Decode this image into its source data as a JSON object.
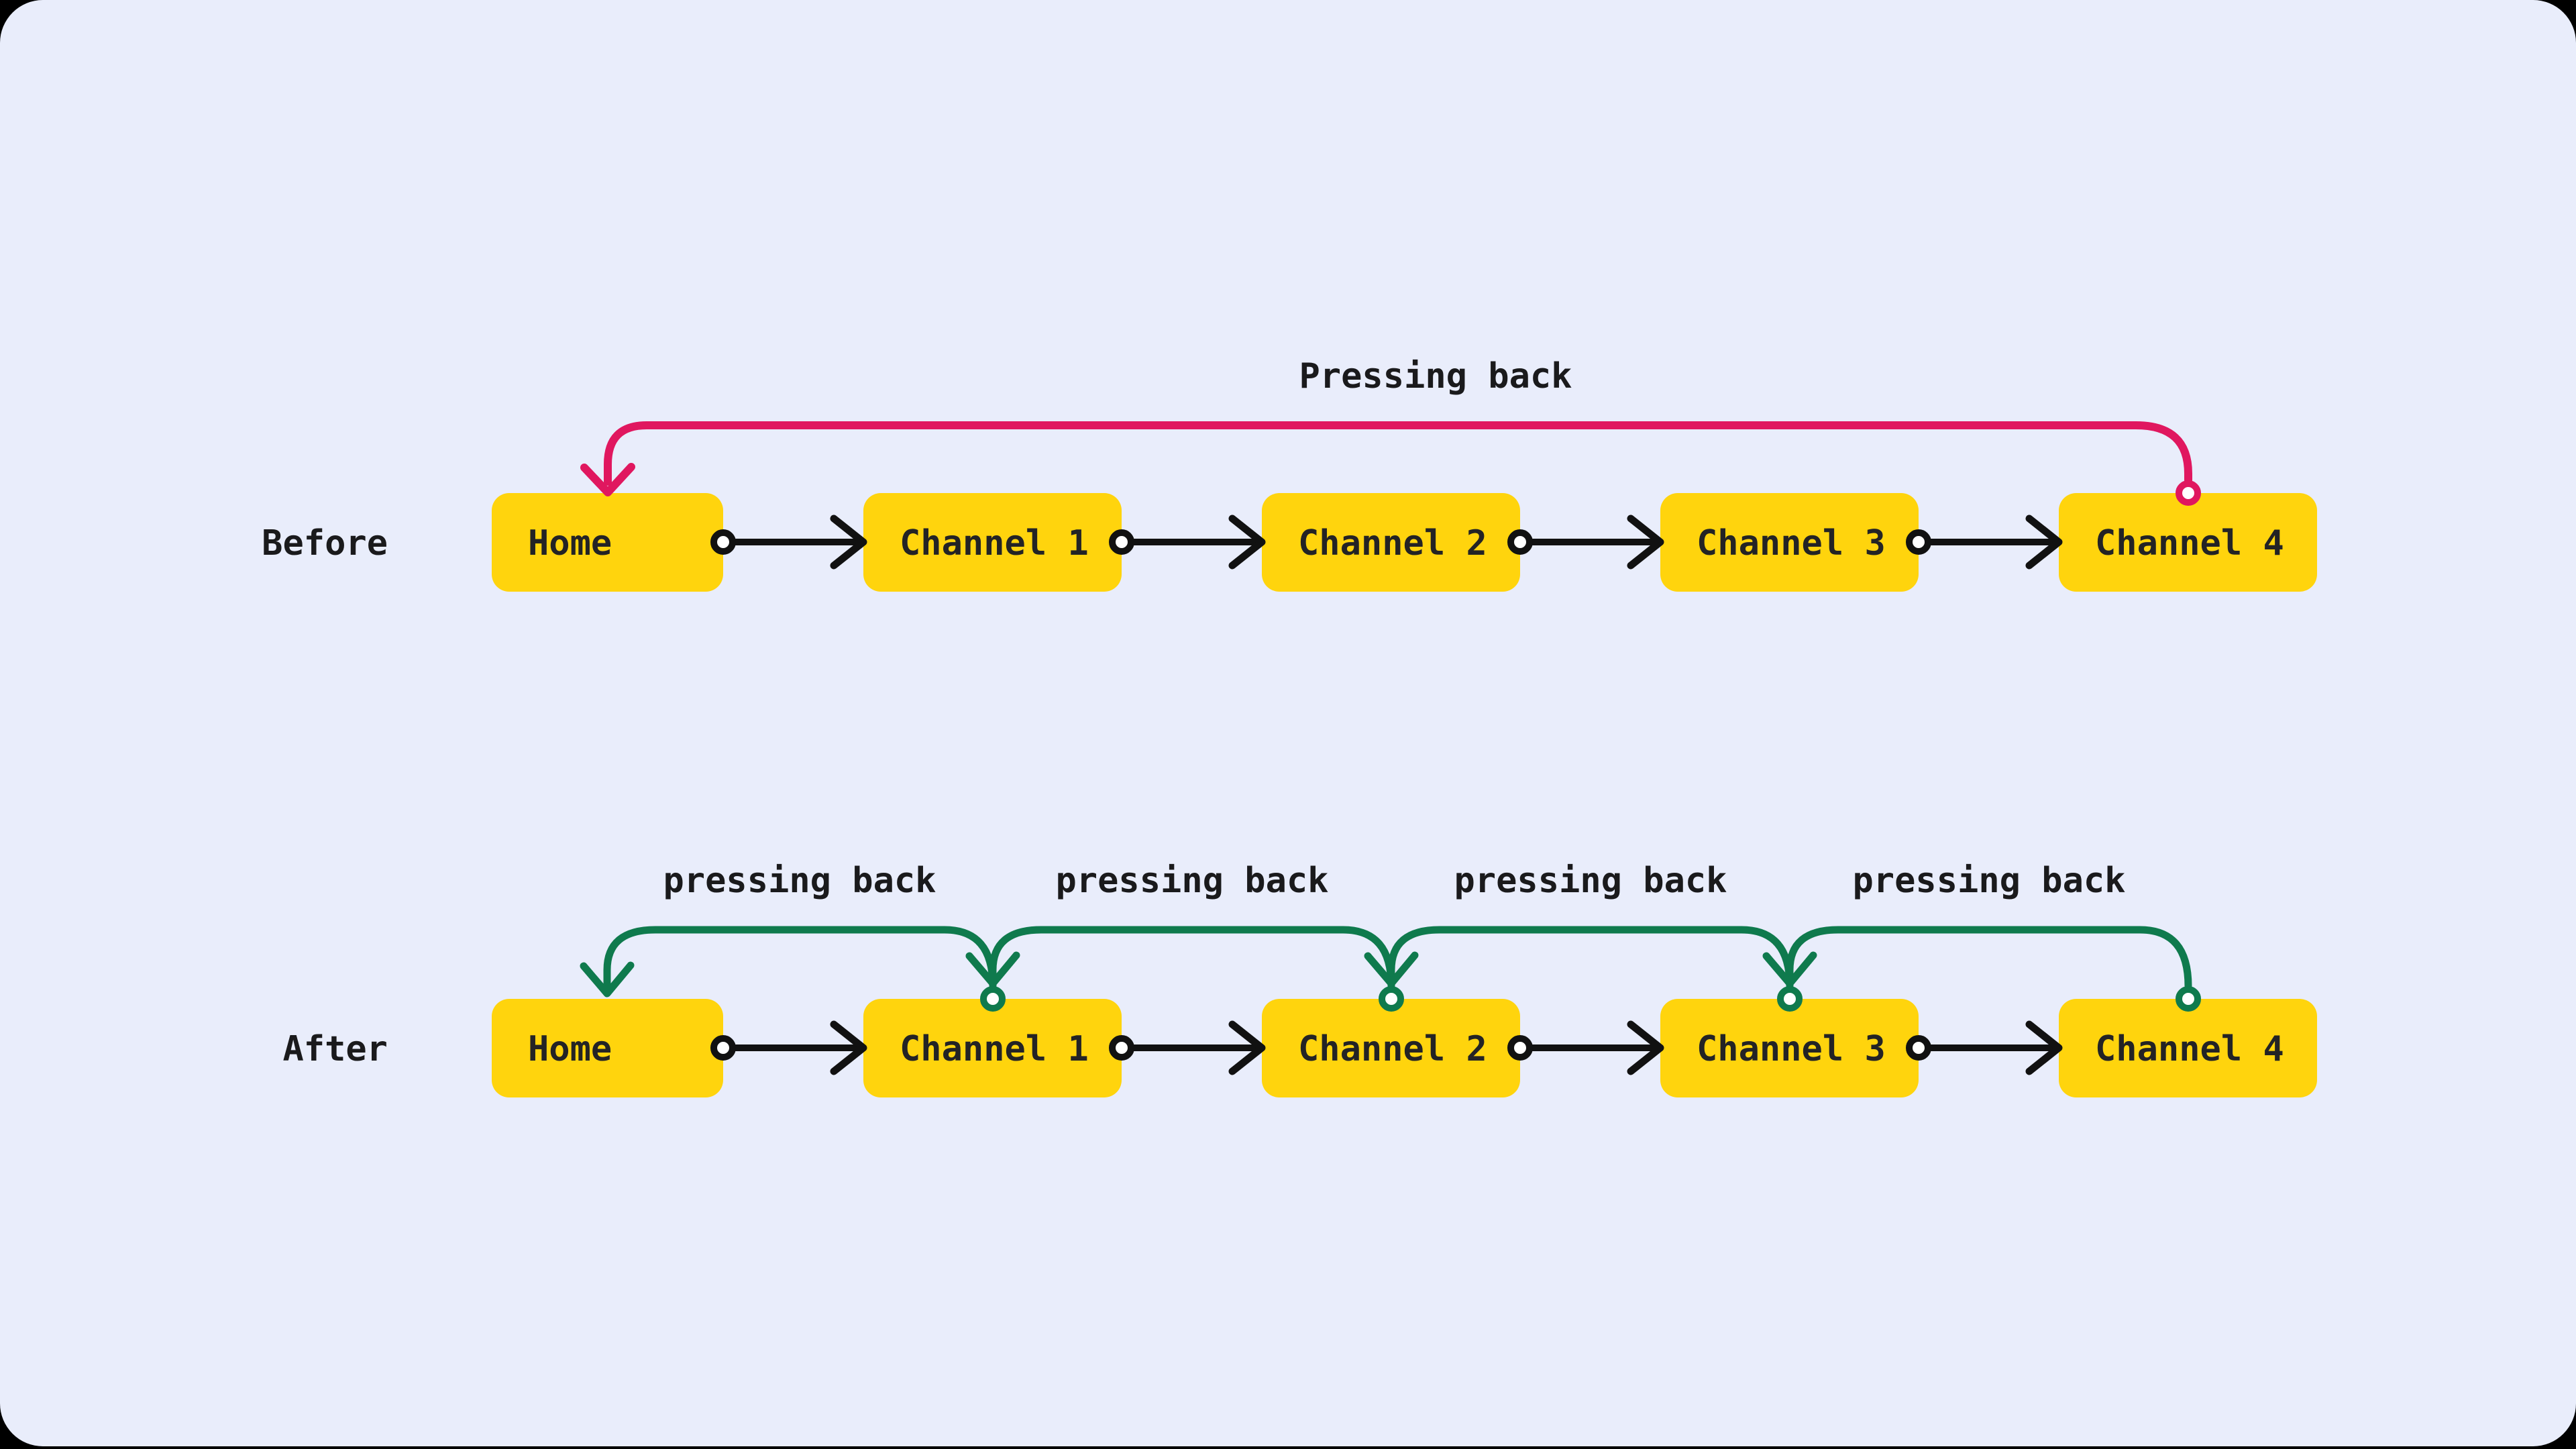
{
  "colors": {
    "page_background": "#000000",
    "canvas_background": "#E9EDFB",
    "node_fill": "#FFD40D",
    "node_text": "#232325",
    "row_label_text": "#1A1A1C",
    "connector": "#111111",
    "back_arrow_before": "#E0175F",
    "back_arrow_after": "#0F7A4D",
    "ring_fill": "#FFFFFF"
  },
  "before": {
    "row_label": "Before",
    "nodes": [
      "Home",
      "Channel 1",
      "Channel 2",
      "Channel 3",
      "Channel 4"
    ],
    "back_label": "Pressing back"
  },
  "after": {
    "row_label": "After",
    "nodes": [
      "Home",
      "Channel 1",
      "Channel 2",
      "Channel 3",
      "Channel 4"
    ],
    "back_labels": [
      "pressing back",
      "pressing back",
      "pressing back",
      "pressing back"
    ]
  }
}
